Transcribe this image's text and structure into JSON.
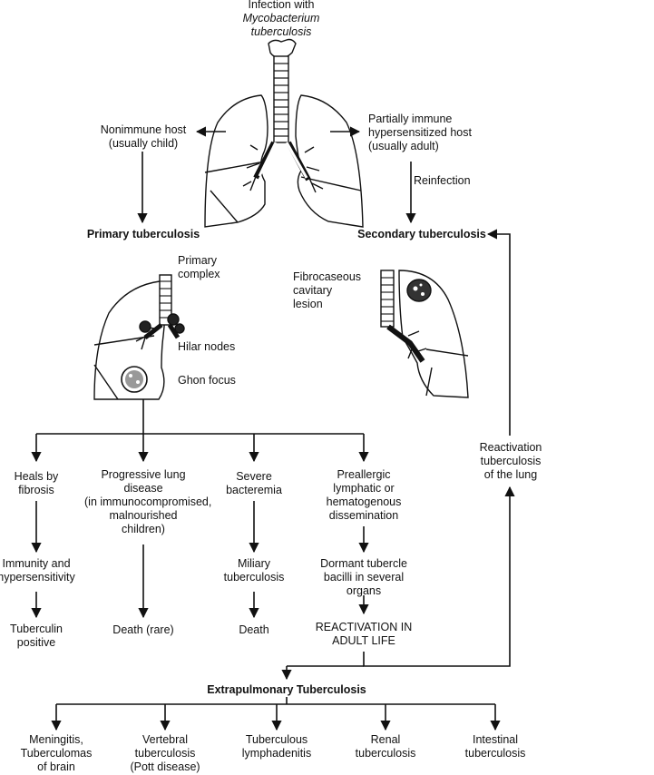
{
  "top": {
    "line1": "Infection with",
    "line2": "Mycobacterium",
    "line3": "tuberculosis"
  },
  "left_host": {
    "line1": "Nonimmune host",
    "line2": "(usually child)"
  },
  "right_host": {
    "line1": "Partially immune",
    "line2": "hypersensitized host",
    "line3": "(usually adult)"
  },
  "reinfection": "Reinfection",
  "primary_tb": "Primary tuberculosis",
  "secondary_tb": "Secondary tuberculosis",
  "primary_complex": {
    "line1": "Primary",
    "line2": "complex"
  },
  "hilar_nodes": "Hilar nodes",
  "ghon_focus": "Ghon focus",
  "fibrocaseous": {
    "line1": "Fibrocaseous",
    "line2": "cavitary",
    "line3": "lesion"
  },
  "reactivation_lung": {
    "line1": "Reactivation",
    "line2": "tuberculosis",
    "line3": "of the lung"
  },
  "col1": {
    "a": {
      "line1": "Heals by",
      "line2": "fibrosis"
    },
    "b": {
      "line1": "Immunity and",
      "line2": "hypersensitivity"
    },
    "c": {
      "line1": "Tuberculin",
      "line2": "positive"
    }
  },
  "col2": {
    "a": {
      "line1": "Progressive lung",
      "line2": "disease",
      "line3": "(in immunocompromised,",
      "line4": "malnourished",
      "line5": "children)"
    },
    "b": "Death (rare)"
  },
  "col3": {
    "a": {
      "line1": "Severe",
      "line2": "bacteremia"
    },
    "b": {
      "line1": "Miliary",
      "line2": "tuberculosis"
    },
    "c": "Death"
  },
  "col4": {
    "a": {
      "line1": "Preallergic",
      "line2": "lymphatic or",
      "line3": "hematogenous",
      "line4": "dissemination"
    },
    "b": {
      "line1": "Dormant tubercle",
      "line2": "bacilli in several",
      "line3": "organs"
    },
    "c": {
      "line1": "REACTIVATION IN",
      "line2": "ADULT LIFE"
    }
  },
  "extrapulmonary": "Extrapulmonary Tuberculosis",
  "bottom": {
    "b1": {
      "line1": "Meningitis,",
      "line2": "Tuberculomas",
      "line3": "of brain"
    },
    "b2": {
      "line1": "Vertebral",
      "line2": "tuberculosis",
      "line3": "(Pott disease)"
    },
    "b3": {
      "line1": "Tuberculous",
      "line2": "lymphadenitis"
    },
    "b4": {
      "line1": "Renal",
      "line2": "tuberculosis"
    },
    "b5": {
      "line1": "Intestinal",
      "line2": "tuberculosis"
    }
  }
}
